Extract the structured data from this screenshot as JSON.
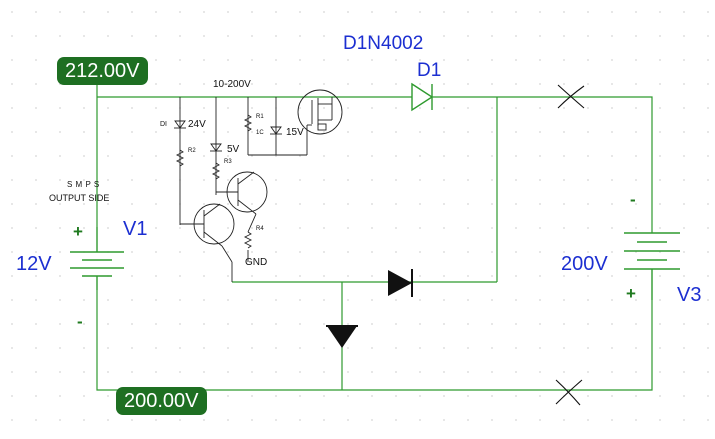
{
  "probes": {
    "top_voltage": "212.00V",
    "bottom_voltage": "200.00V"
  },
  "diode_d1": {
    "model": "D1N4002",
    "ref": "D1"
  },
  "source_v1": {
    "value": "12V",
    "ref": "V1",
    "plus": "+",
    "minus": "-",
    "note_line1": "S M P S",
    "note_line2": "OUTPUT SIDE"
  },
  "source_v3": {
    "value": "200V",
    "ref": "V3",
    "plus": "+",
    "minus": "-"
  },
  "circuit_labels": {
    "range": "10-200V",
    "zener_24": "24V",
    "zener_5": "5V",
    "zener_15": "15V",
    "d1_small": "DI",
    "gnd": "GND",
    "r1": "R1",
    "r2": "R2",
    "r3": "R3",
    "r4": "R4",
    "d2_small": "1C"
  },
  "colors": {
    "wire": "#2e9a2e",
    "probe_bg": "#1e6f22",
    "label_blue": "#1c2fd1",
    "sketch": "#222222"
  }
}
